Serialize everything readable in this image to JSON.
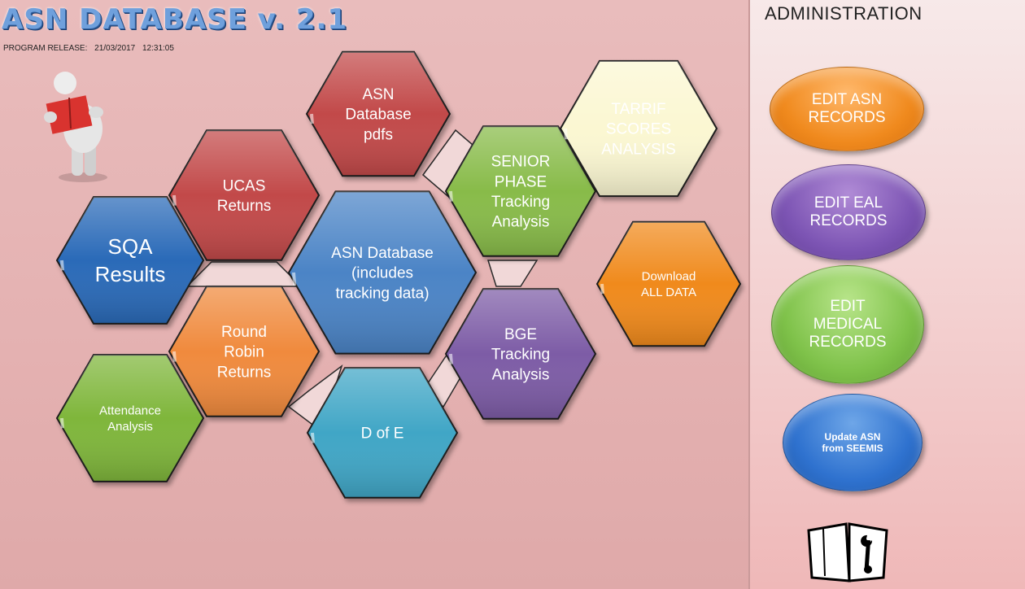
{
  "header": {
    "title": "ASN DATABASE v. 2.1",
    "release_label": "PROGRAM RELEASE:",
    "release_date": "21/03/2017",
    "release_time": "12:31:05"
  },
  "hexagons": [
    {
      "id": "sqa-results",
      "lines": [
        "SQA",
        "Results"
      ],
      "color": "#2b6bb8"
    },
    {
      "id": "ucas-returns",
      "lines": [
        "UCAS",
        "Returns"
      ],
      "color": "#c24a4a"
    },
    {
      "id": "asn-database-pdfs",
      "lines": [
        "ASN",
        "Database",
        "pdfs"
      ],
      "color": "#c24a4a"
    },
    {
      "id": "asn-database-tracking",
      "lines": [
        "ASN Database",
        "(includes",
        "tracking data)"
      ],
      "color": "#4c84c6"
    },
    {
      "id": "senior-phase-tracking",
      "lines": [
        "SENIOR",
        "PHASE",
        "Tracking",
        "Analysis"
      ],
      "color": "#88bb4a"
    },
    {
      "id": "tarrif-scores-analysis",
      "lines": [
        "TARRIF",
        "SCORES",
        "ANALYSIS"
      ],
      "color": "#fbf7d2",
      "text_color": "#1c2f6b"
    },
    {
      "id": "download-all-data",
      "lines": [
        "Download",
        "ALL DATA"
      ],
      "color": "#f08a1e"
    },
    {
      "id": "round-robin-returns",
      "lines": [
        "Round",
        "Robin",
        "Returns"
      ],
      "color": "#f08a3c"
    },
    {
      "id": "attendance-analysis",
      "lines": [
        "Attendance",
        "Analysis"
      ],
      "color": "#7fb63a"
    },
    {
      "id": "d-of-e",
      "lines": [
        "D of E"
      ],
      "color": "#3fa6c6"
    },
    {
      "id": "bge-tracking-analysis",
      "lines": [
        "BGE",
        "Tracking",
        "Analysis"
      ],
      "color": "#7d5ba6"
    }
  ],
  "admin": {
    "title": "ADMINISTRATION",
    "buttons": [
      {
        "lines": [
          "EDIT ASN",
          "RECORDS"
        ]
      },
      {
        "lines": [
          "EDIT EAL",
          "RECORDS"
        ]
      },
      {
        "lines": [
          "EDIT",
          "MEDICAL",
          "RECORDS"
        ]
      },
      {
        "lines": [
          "Update ASN",
          "from SEEMIS"
        ]
      }
    ]
  },
  "icons": {
    "mascot": "reading-figure-icon",
    "manual": "manual-wrench-icon"
  }
}
